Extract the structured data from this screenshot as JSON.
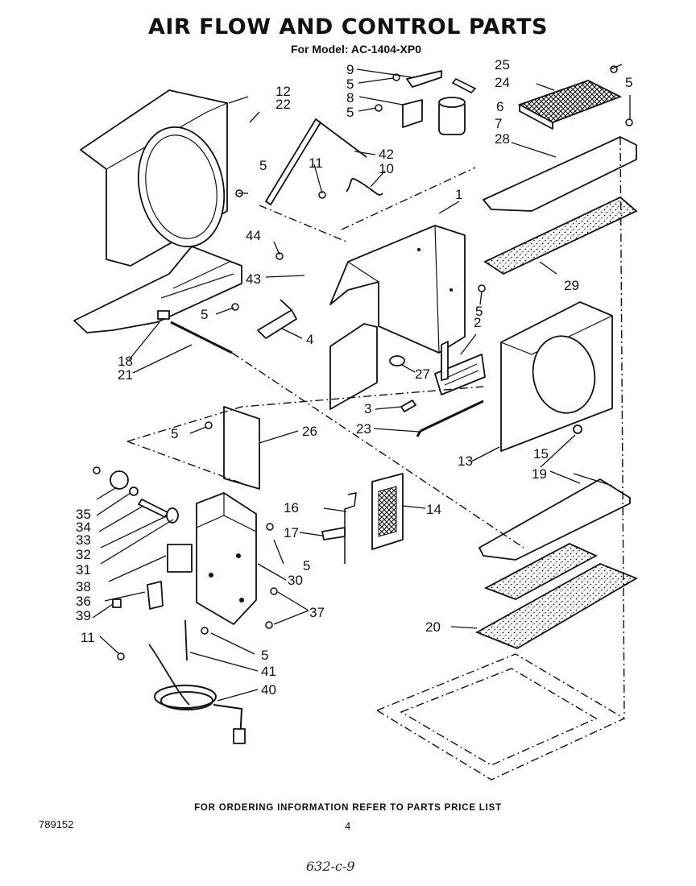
{
  "title": "AIR FLOW AND CONTROL PARTS",
  "subtitle": "For Model: AC-1404-XP0",
  "footer_text": "FOR ORDERING INFORMATION REFER TO PARTS PRICE LIST",
  "document_number": "789152",
  "page_number": "4",
  "handwritten_note": "632-c-9",
  "callouts": {
    "c1": "1",
    "c2": "2",
    "c3": "3",
    "c4": "4",
    "c5a": "5",
    "c5b": "5",
    "c5c": "5",
    "c5d": "5",
    "c5e": "5",
    "c5f": "5",
    "c5g": "5",
    "c5h": "5",
    "c5i": "5",
    "c6": "6",
    "c7": "7",
    "c8": "8",
    "c9": "9",
    "c10": "10",
    "c11a": "11",
    "c11b": "11",
    "c12": "12",
    "c13": "13",
    "c14": "14",
    "c15": "15",
    "c16": "16",
    "c17": "17",
    "c18": "18",
    "c19": "19",
    "c20": "20",
    "c21": "21",
    "c22": "22",
    "c23": "23",
    "c24": "24",
    "c25": "25",
    "c26": "26",
    "c27": "27",
    "c28": "28",
    "c29": "29",
    "c30": "30",
    "c31": "31",
    "c32": "32",
    "c33": "33",
    "c34": "34",
    "c35": "35",
    "c36": "36",
    "c37": "37",
    "c38": "38",
    "c39": "39",
    "c40": "40",
    "c41": "41",
    "c42": "42",
    "c43": "43",
    "c44": "44"
  }
}
